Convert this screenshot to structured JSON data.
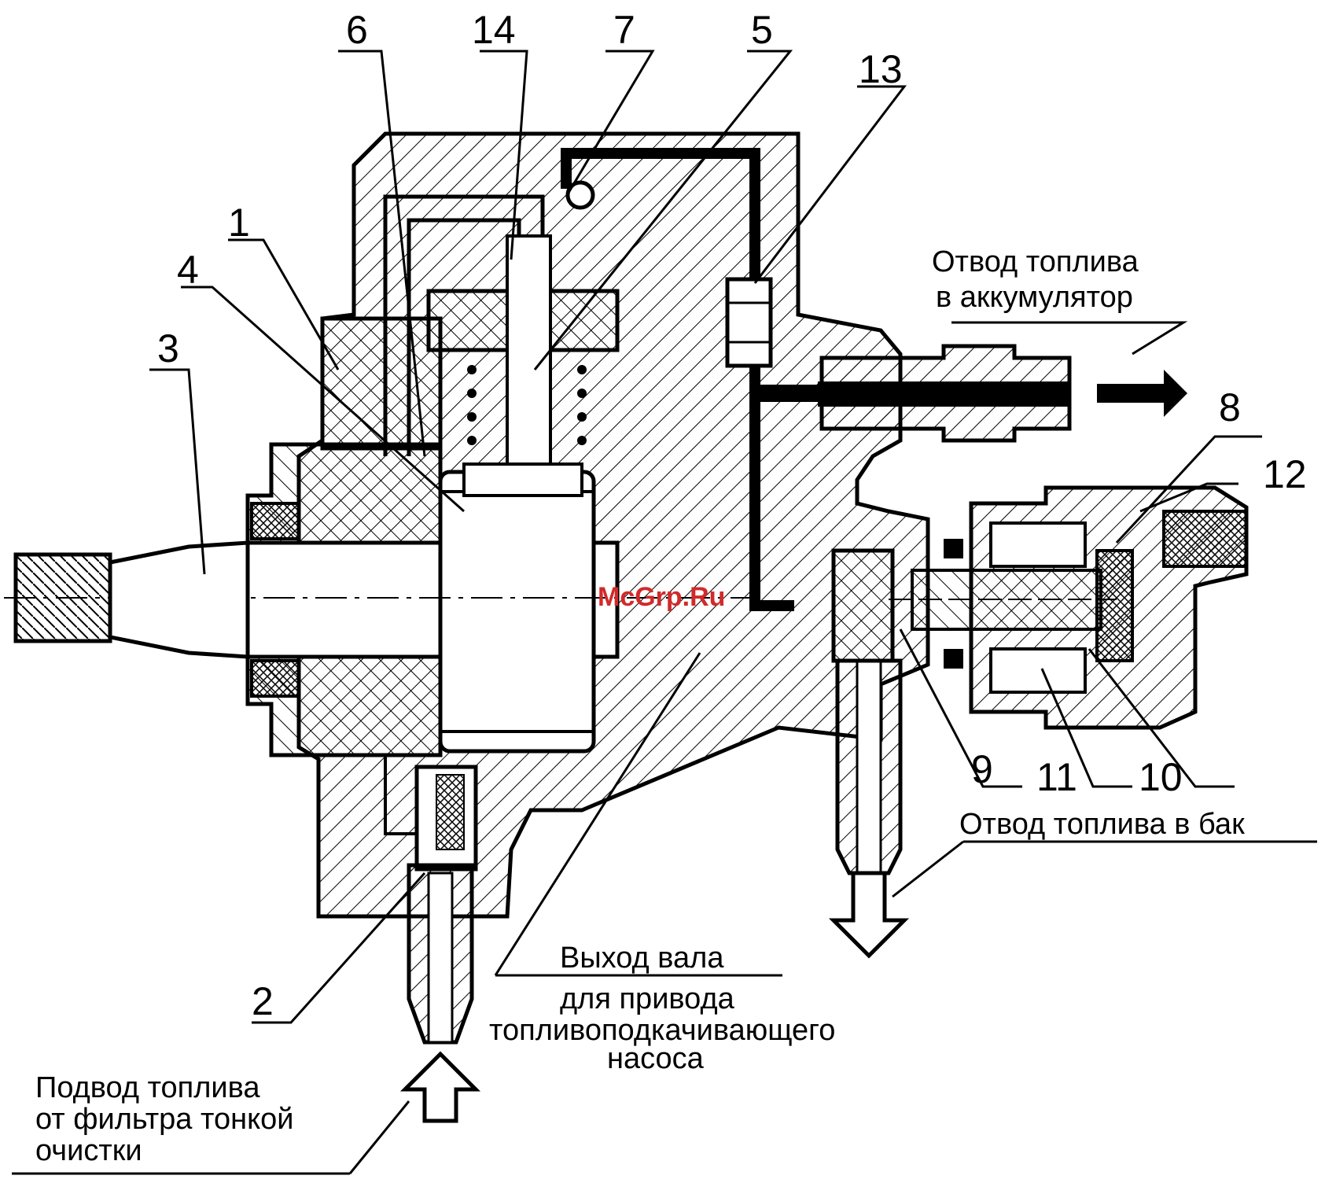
{
  "labels": {
    "n1": "1",
    "n2": "2",
    "n3": "3",
    "n4": "4",
    "n5": "5",
    "n6": "6",
    "n7": "7",
    "n8": "8",
    "n9": "9",
    "n10": "10",
    "n11": "11",
    "n12": "12",
    "n13": "13",
    "n14": "14"
  },
  "captions": {
    "accumulator_line1": "Отвод топлива",
    "accumulator_line2": "в аккумулятор",
    "tank": "Отвод топлива в бак",
    "shaft_line1": "Выход вала",
    "shaft_line2": "для привода",
    "shaft_line3": "топливоподкачивающего",
    "shaft_line4": "насоса",
    "supply_line1": "Подвод топлива",
    "supply_line2": "от фильтра тонкой",
    "supply_line3": "очистки"
  },
  "watermark": "McGrp.Ru",
  "colors": {
    "ink": "#000000",
    "watermark": "#d12a2a",
    "background": "#ffffff"
  }
}
